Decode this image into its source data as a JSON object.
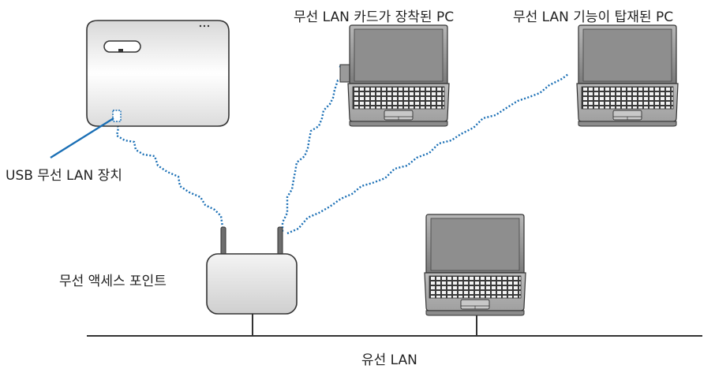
{
  "labels": {
    "pc_card": "무선 LAN 카드가 장착된 PC",
    "pc_builtin": "무선 LAN 기능이 탑재된 PC",
    "usb_device": "USB 무선 LAN 장치",
    "access_point": "무선 액세스 포인트",
    "wired_lan": "유선 LAN"
  },
  "colors": {
    "wireless_link": "#1a6fb5",
    "pointer_line": "#1a6fb5",
    "device_outline": "#333333",
    "device_fill": "#e6e6e6",
    "screen_fill": "#8a8a8a"
  }
}
